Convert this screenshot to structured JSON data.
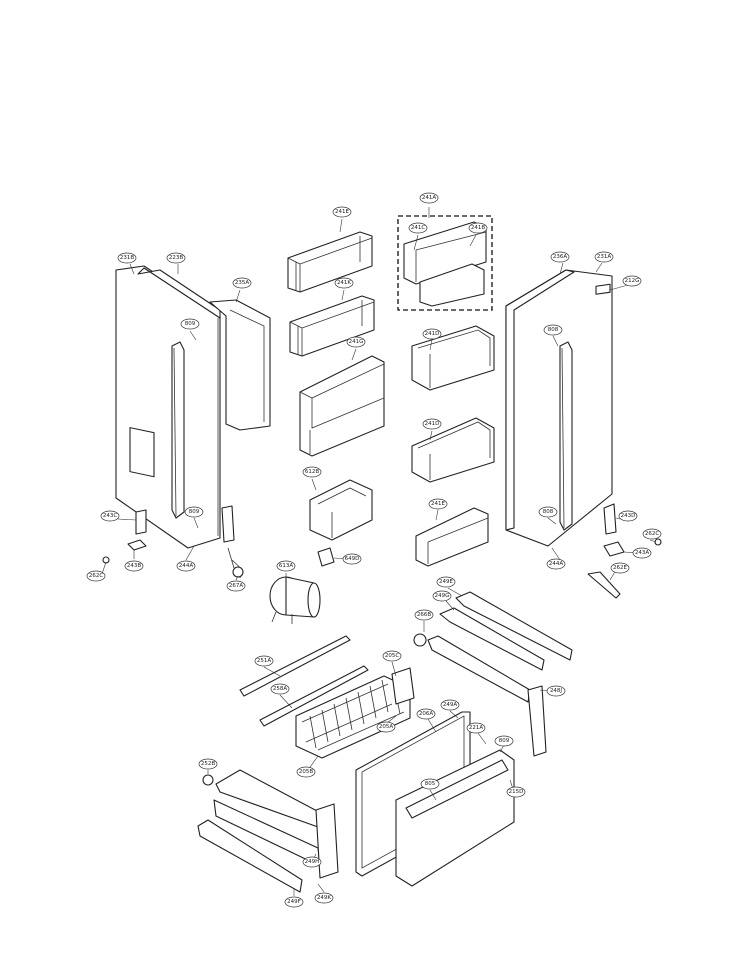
{
  "callouts": [
    {
      "label": "241A"
    },
    {
      "label": "241C"
    },
    {
      "label": "241B"
    },
    {
      "label": "241E"
    },
    {
      "label": "241K"
    },
    {
      "label": "241G"
    },
    {
      "label": "241D"
    },
    {
      "label": "241D"
    },
    {
      "label": "241E"
    },
    {
      "label": "231B"
    },
    {
      "label": "223B"
    },
    {
      "label": "235A"
    },
    {
      "label": "809"
    },
    {
      "label": "809"
    },
    {
      "label": "243C"
    },
    {
      "label": "243B"
    },
    {
      "label": "262C"
    },
    {
      "label": "244A"
    },
    {
      "label": "267A"
    },
    {
      "label": "612B"
    },
    {
      "label": "649D"
    },
    {
      "label": "613A"
    },
    {
      "label": "236A"
    },
    {
      "label": "231A"
    },
    {
      "label": "212G"
    },
    {
      "label": "808"
    },
    {
      "label": "808"
    },
    {
      "label": "243D"
    },
    {
      "label": "262C"
    },
    {
      "label": "243A"
    },
    {
      "label": "262E"
    },
    {
      "label": "244A"
    },
    {
      "label": "249E"
    },
    {
      "label": "249G"
    },
    {
      "label": "266B"
    },
    {
      "label": "248J"
    },
    {
      "label": "251A"
    },
    {
      "label": "205C"
    },
    {
      "label": "258A"
    },
    {
      "label": "205A"
    },
    {
      "label": "205B"
    },
    {
      "label": "249A"
    },
    {
      "label": "206A"
    },
    {
      "label": "221A"
    },
    {
      "label": "809"
    },
    {
      "label": "805"
    },
    {
      "label": "215D"
    },
    {
      "label": "252B"
    },
    {
      "label": "249H"
    },
    {
      "label": "249K"
    },
    {
      "label": "249F"
    }
  ]
}
